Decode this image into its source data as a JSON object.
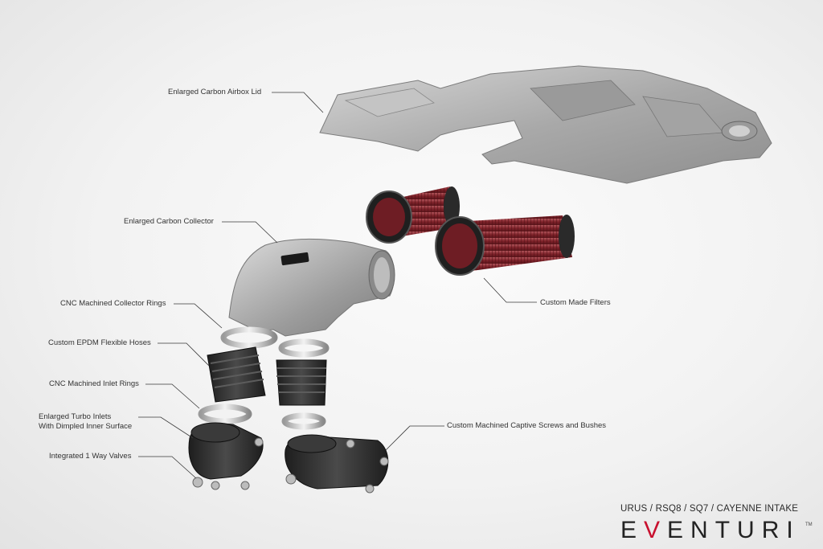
{
  "labels": {
    "airbox_lid": "Enlarged Carbon Airbox Lid",
    "collector": "Enlarged Carbon Collector",
    "collector_rings": "CNC Machined Collector Rings",
    "hoses": "Custom EPDM Flexible Hoses",
    "inlet_rings": "CNC Machined Inlet Rings",
    "turbo_inlets_line1": "Enlarged Turbo Inlets",
    "turbo_inlets_line2": "With Dimpled Inner Surface",
    "valves": "Integrated 1 Way Valves",
    "filters": "Custom Made Filters",
    "screws": "Custom Machined Captive Screws and Bushes"
  },
  "branding": {
    "subtitle": "URUS / RSQ8 / SQ7 / CAYENNE INTAKE",
    "brand_pre": "E",
    "brand_v": "V",
    "brand_post": "ENTURI",
    "trademark": "TM"
  },
  "colors": {
    "carbon_silver": "#b4b4b4",
    "filter_red": "#8a2a30",
    "rubber_black": "#2e2e2e",
    "ring_metal": "#d8d8d8",
    "brand_accent": "#c8102e"
  }
}
